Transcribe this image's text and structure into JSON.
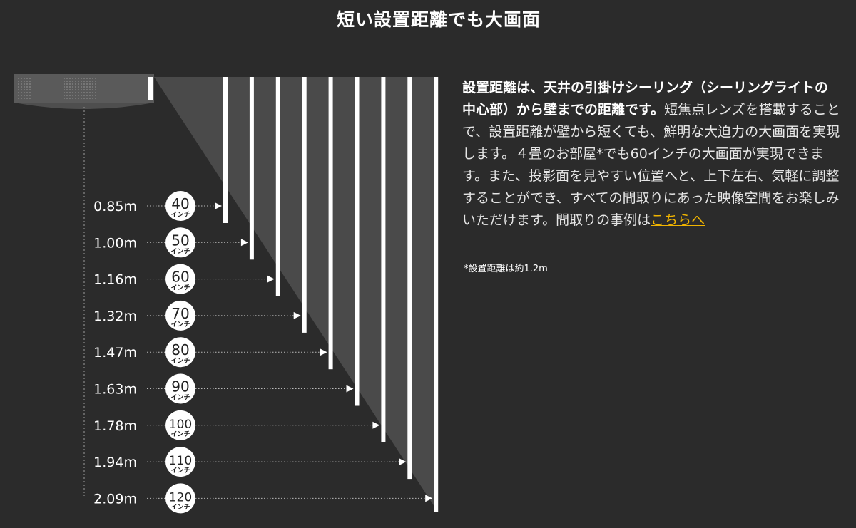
{
  "page": {
    "title": "短い設置距離でも大画面",
    "description": {
      "bold_text": "設置距離は、天井の引掛けシーリング（シーリングライトの中心部）から壁までの距離です。",
      "body_text": "短焦点レンズを搭載することで、設置距離が壁から短くても、鮮明な大迫力の大画面を実現します。４畳のお部屋*でも60インチの大画面が実現できます。また、投影面を見やすい位置へと、上下左右、気軽に調整することができ、すべての間取りにあった映像空間をお楽しみいただけます。間取りの事例は",
      "link_text": "こちらへ"
    },
    "footnote": "*設置距離は約1.2m"
  },
  "colors": {
    "background": "#2b2b2b",
    "beam": "#4a4a4a",
    "screen_line": "#ffffff",
    "link": "#f0b400"
  },
  "chart_data": {
    "type": "table",
    "size_unit": "インチ",
    "rows": [
      {
        "distance": "0.85m",
        "size": "40"
      },
      {
        "distance": "1.00m",
        "size": "50"
      },
      {
        "distance": "1.16m",
        "size": "60"
      },
      {
        "distance": "1.32m",
        "size": "70"
      },
      {
        "distance": "1.47m",
        "size": "80"
      },
      {
        "distance": "1.63m",
        "size": "90"
      },
      {
        "distance": "1.78m",
        "size": "100"
      },
      {
        "distance": "1.94m",
        "size": "110"
      },
      {
        "distance": "2.09m",
        "size": "120"
      }
    ]
  }
}
